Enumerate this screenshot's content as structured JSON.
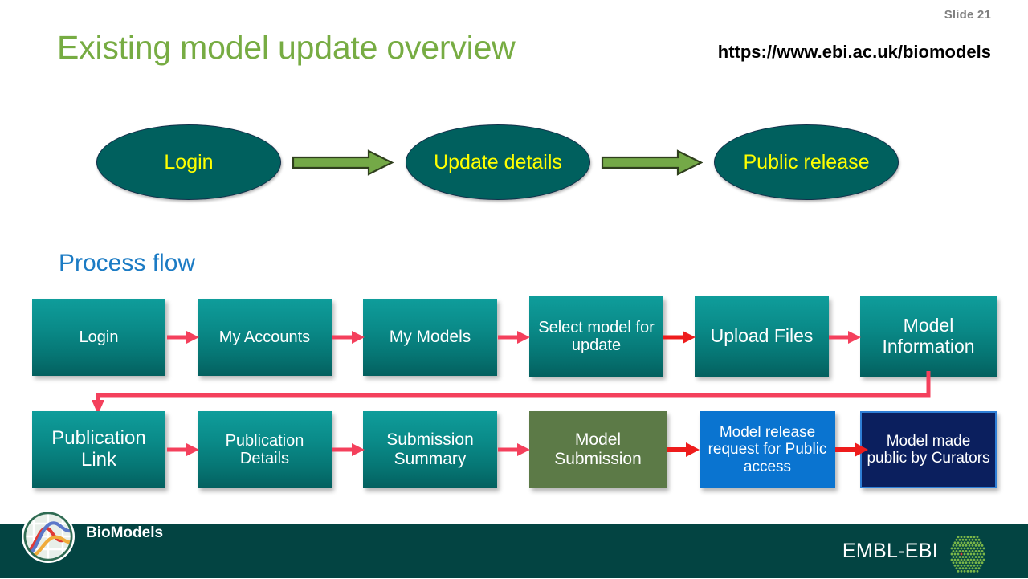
{
  "header": {
    "slide_number": "Slide 21",
    "title": "Existing model update overview",
    "url": "https://www.ebi.ac.uk/biomodels"
  },
  "overview": {
    "stages": [
      {
        "label": "Login"
      },
      {
        "label": "Update details"
      },
      {
        "label": "Public release"
      }
    ],
    "arrow_icon": "green-block-arrow-right"
  },
  "process_flow": {
    "heading": "Process flow",
    "row1": [
      {
        "label": "Login"
      },
      {
        "label": "My Accounts"
      },
      {
        "label": "My Models"
      },
      {
        "label": "Select model for update"
      },
      {
        "label": "Upload Files"
      },
      {
        "label": "Model Information"
      }
    ],
    "row2": [
      {
        "label": "Publication Link"
      },
      {
        "label": "Publication Details"
      },
      {
        "label": "Submission Summary"
      },
      {
        "label": "Model Submission"
      },
      {
        "label": "Model release request for Public access"
      },
      {
        "label": "Model made public by Curators"
      }
    ],
    "arrow_icon": "red-arrow-right",
    "wrap_connector_icon": "wrap-connector-arrow"
  },
  "footer": {
    "biomodels_label": "BioModels",
    "biomodels_logo_icon": "biomodels-globe-logo",
    "embl_label": "EMBL-EBI",
    "embl_logo_icon": "embl-ebi-hex-dots-logo"
  },
  "colors": {
    "title_green": "#77ac43",
    "heading_blue": "#1b7bc4",
    "ellipse_teal": "#00605e",
    "ellipse_text_yellow": "#ffff00",
    "box_teal_top": "#0f9d9b",
    "box_teal_bottom": "#03605f",
    "box_olive": "#5c7a47",
    "box_blue": "#0a74d0",
    "box_navy": "#0b1f5e",
    "arrow_red": "#f4405c",
    "arrow_bright_red": "#ee1c1c",
    "green_arrow": "#74a947",
    "footer_green": "#034442",
    "slide_number_gray": "#808080"
  }
}
